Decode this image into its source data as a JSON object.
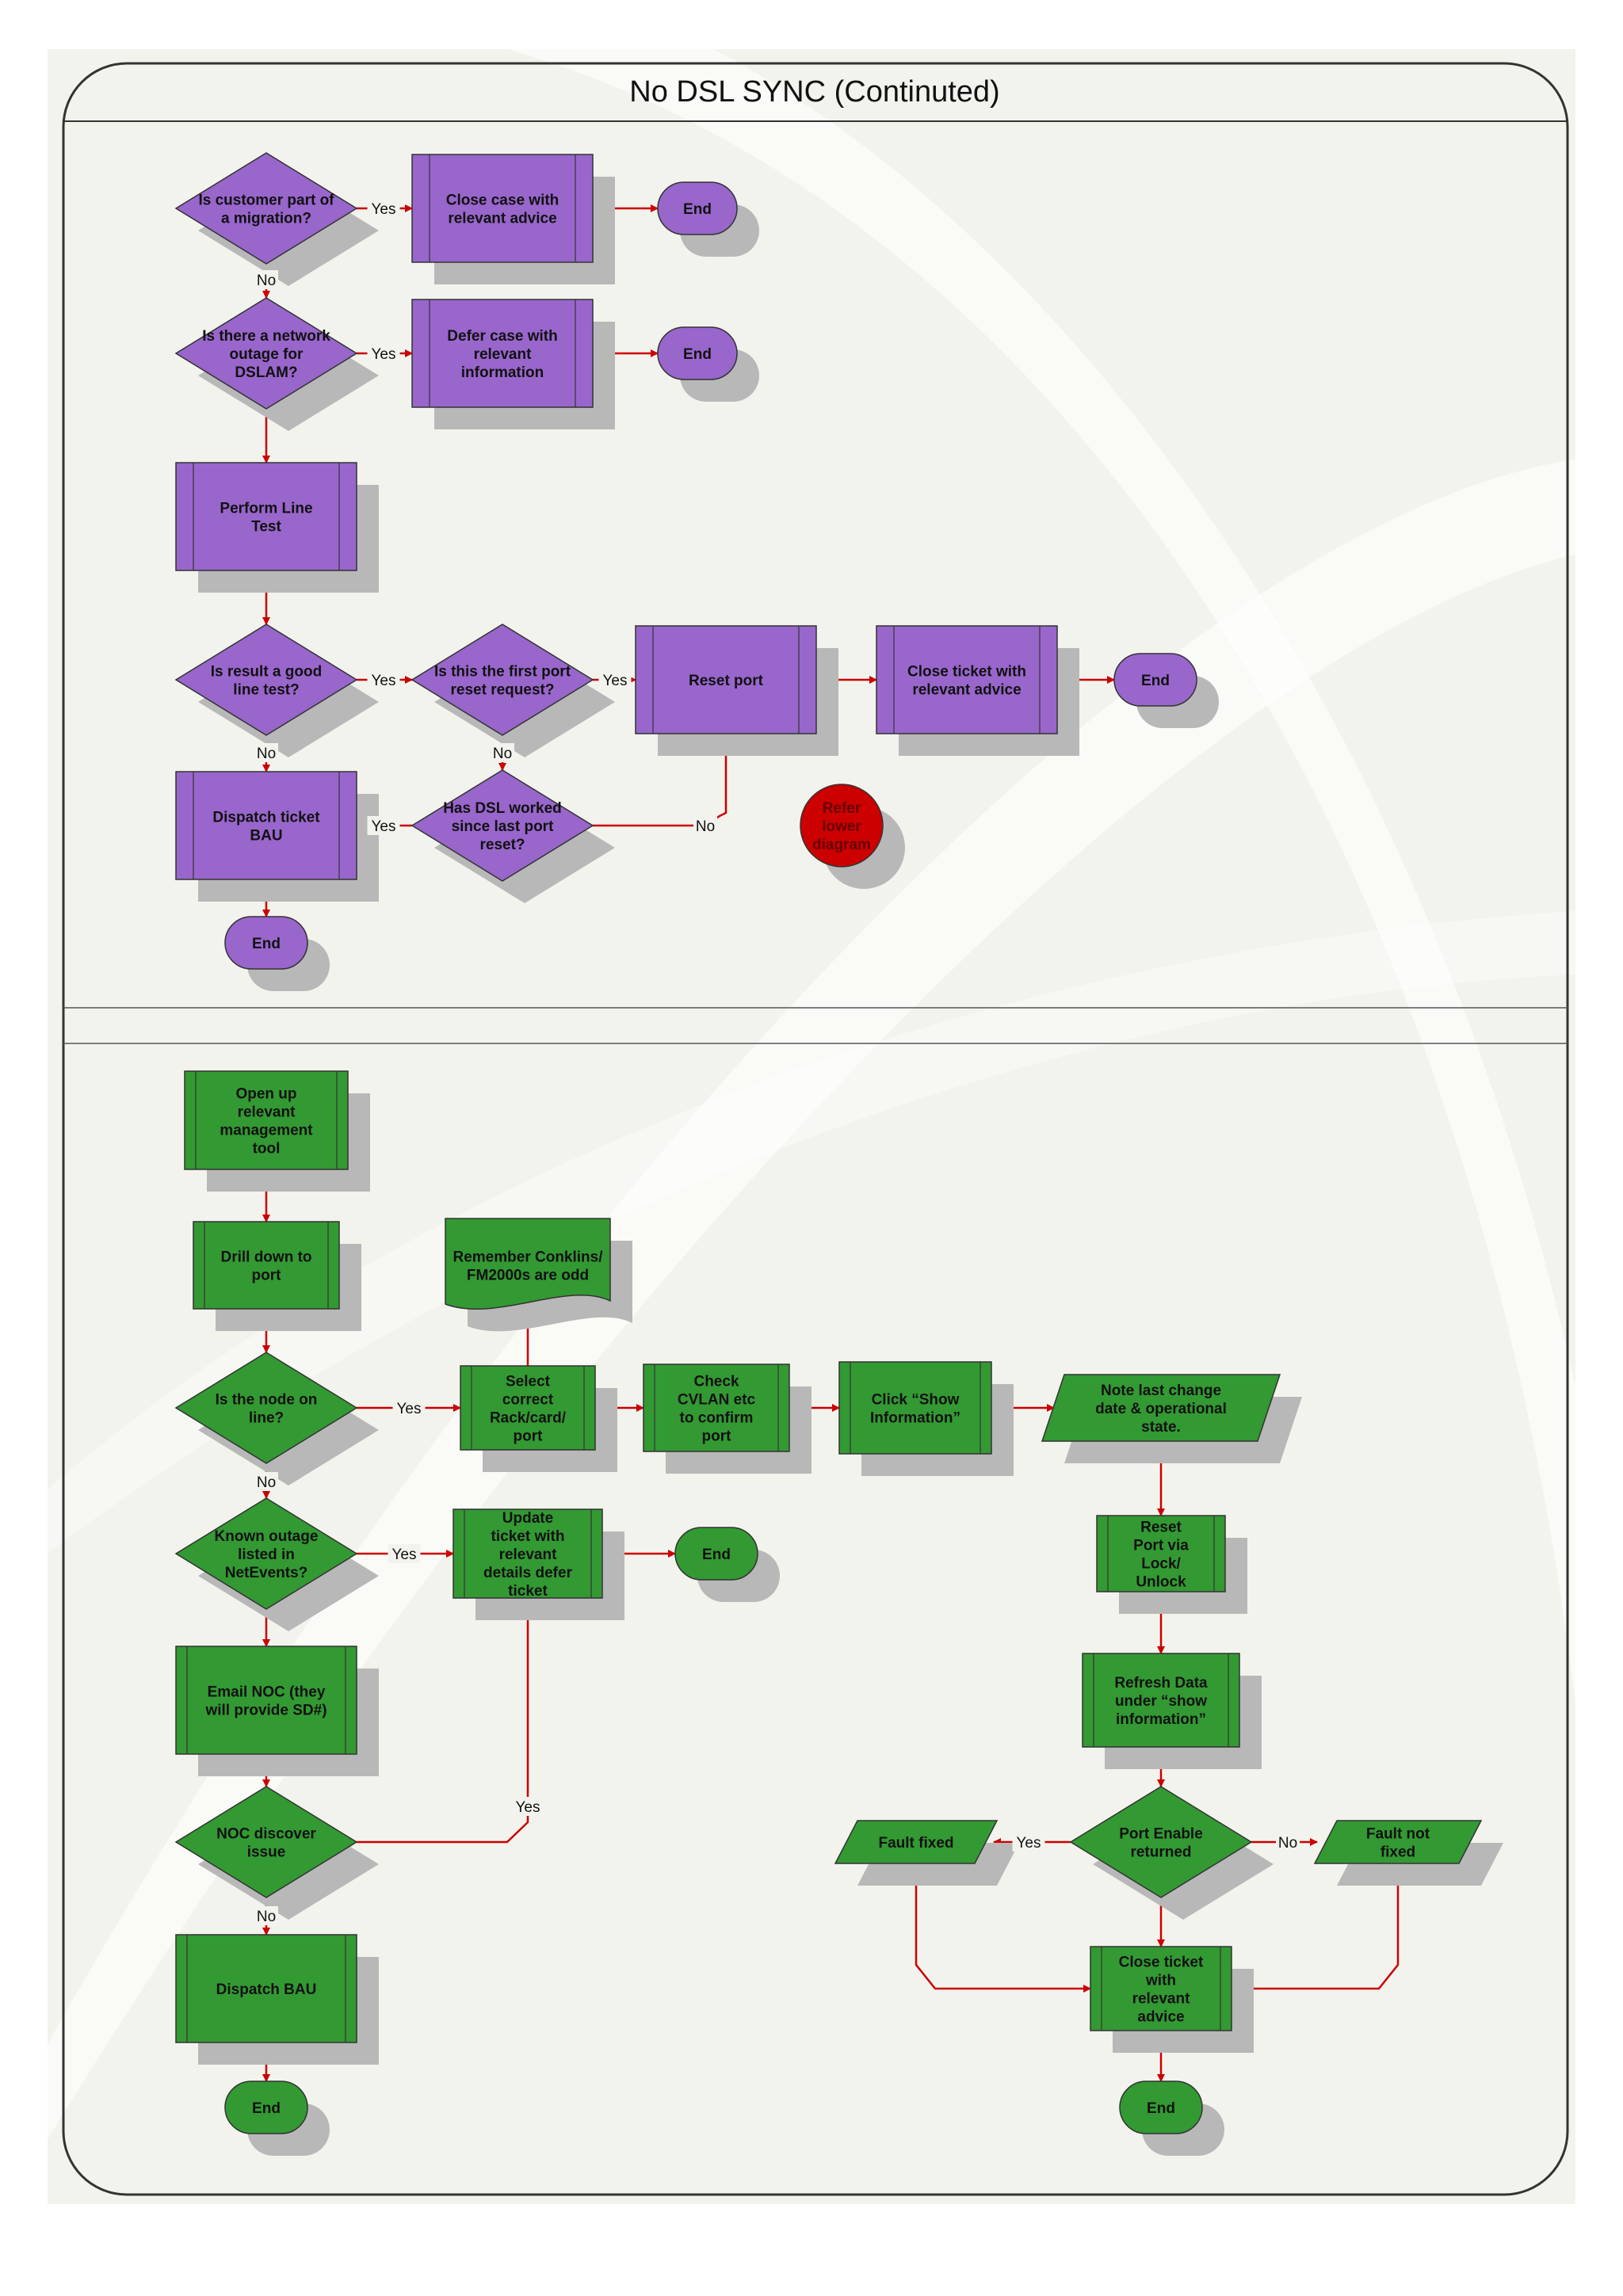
{
  "title": "No DSL SYNC (Continuted)",
  "colors": {
    "purple": "#9966CC",
    "green": "#339933",
    "red_node": "#CC0000",
    "arrow": "#CC0000",
    "background": "#F3F3EE",
    "border": "#333333"
  },
  "top_diagram": {
    "nodes": {
      "q_migration": "Is customer part of a migration?",
      "close_case_advice": "Close case with relevant advice",
      "end_1": "End",
      "q_network_outage": "Is there a network outage for DSLAM?",
      "defer_case": "Defer case with relevant information",
      "end_2": "End",
      "perform_line_test": "Perform Line Test",
      "q_good_line_test": "Is result a good line test?",
      "q_first_port_reset": "Is this the first port reset request?",
      "reset_port": "Reset port",
      "close_ticket_advice": "Close ticket with relevant advice",
      "end_3": "End",
      "dispatch_ticket_bau": "Dispatch ticket BAU",
      "q_dsl_worked": "Has DSL worked since last port reset?",
      "refer_lower": "Refer lower diagram",
      "end_4": "End"
    },
    "edge_labels": {
      "yes": "Yes",
      "no": "No"
    }
  },
  "bottom_diagram": {
    "nodes": {
      "open_tool": "Open up relevant management tool",
      "drill_down": "Drill down to port",
      "remember_note": "Remember Conklins/ FM2000s are odd",
      "q_node_online": "Is the node on line?",
      "select_port": "Select correct Rack/card/ port",
      "check_cvlan": "Check CVLAN etc to confirm port",
      "click_show_info": "Click “Show Information”",
      "note_last_change": "Note last change date & operational state.",
      "q_known_outage": "Known outage listed in NetEvents?",
      "update_ticket": "Update ticket with relevant details defer ticket",
      "end_5": "End",
      "reset_port_lock": "Reset Port via Lock/ Unlock",
      "email_noc": "Email NOC (they will provide SD#)",
      "refresh_data": "Refresh Data under “show information”",
      "q_noc_discover": "NOC discover issue",
      "q_port_enable": "Port Enable returned",
      "fault_fixed": "Fault fixed",
      "fault_not_fixed": "Fault not fixed",
      "dispatch_bau": "Dispatch BAU",
      "close_ticket_advice_2": "Close ticket with relevant advice",
      "end_6": "End",
      "end_7": "End"
    },
    "edge_labels": {
      "yes": "Yes",
      "no": "No"
    }
  }
}
